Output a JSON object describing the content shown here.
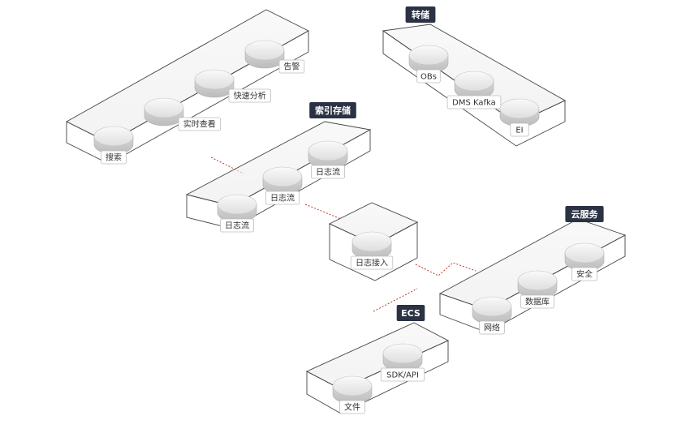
{
  "colors": {
    "badge_bg": "#2b3244",
    "badge_text": "#ffffff",
    "box_stroke": "#444444",
    "connector": "#c0392b",
    "label_border": "#bdbdbd"
  },
  "groups": [
    {
      "id": "analysis",
      "title": "",
      "nodes": [
        "搜索",
        "实时查看",
        "快速分析",
        "告警"
      ]
    },
    {
      "id": "dump",
      "title": "转储",
      "nodes": [
        "OBs",
        "DMS Kafka",
        "EI"
      ]
    },
    {
      "id": "index",
      "title": "索引存储",
      "nodes": [
        "日志流",
        "日志流",
        "日志流"
      ]
    },
    {
      "id": "ingest",
      "title": "",
      "nodes": [
        "日志接入"
      ]
    },
    {
      "id": "cloud",
      "title": "云服务",
      "nodes": [
        "网络",
        "数据库",
        "安全"
      ]
    },
    {
      "id": "ecs",
      "title": "ECS",
      "nodes": [
        "文件",
        "SDK/API"
      ]
    }
  ]
}
